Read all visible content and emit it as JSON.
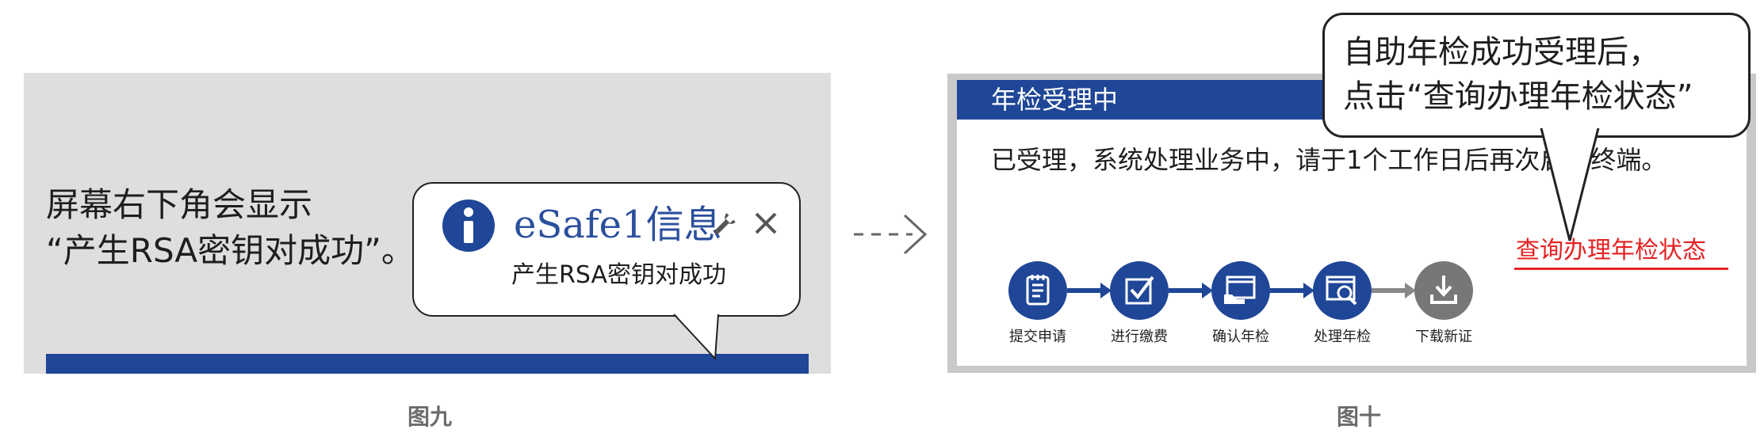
{
  "figure9": {
    "caption": "图九",
    "description_line1": "屏幕右下角会显示",
    "description_line2": "“产生RSA密钥对成功”。",
    "notification": {
      "title": "eSafe1信息",
      "message": "产生RSA密钥对成功",
      "icon": "info-icon",
      "settings_icon": "wrench-icon",
      "close_icon": "close-icon"
    }
  },
  "figure10": {
    "caption": "图十",
    "header_title": "年检受理中",
    "status_message": "已受理，系统处理业务中，请于1个工作日后再次启动终端。",
    "query_link": "查询办理年检状态",
    "callout_line1": "自助年检成功受理后，",
    "callout_line2": "点击“查询办理年检状态”",
    "steps": [
      {
        "label": "提交申请",
        "icon": "document-icon",
        "color": "#1f4697"
      },
      {
        "label": "进行缴费",
        "icon": "checkbox-icon",
        "color": "#1f4697"
      },
      {
        "label": "确认年检",
        "icon": "confirm-icon",
        "color": "#1f4697"
      },
      {
        "label": "处理年检",
        "icon": "magnify-window-icon",
        "color": "#1f4697"
      },
      {
        "label": "下载新证",
        "icon": "download-icon",
        "color": "#777777"
      }
    ]
  },
  "colors": {
    "primary_blue": "#1f4697",
    "link_red": "#e52222",
    "inactive_gray": "#777777"
  }
}
